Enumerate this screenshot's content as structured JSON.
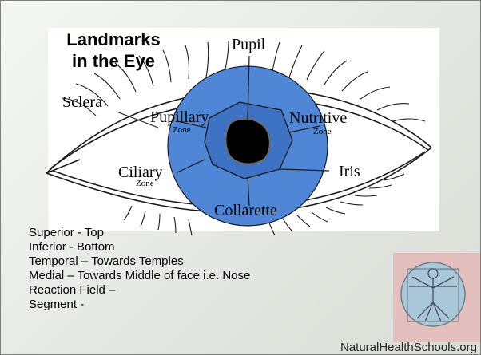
{
  "slide": {
    "title_line1": "Landmarks",
    "title_line2": "in the Eye"
  },
  "diagram": {
    "labels": {
      "pupil": "Pupil",
      "sclera": "Sclera",
      "pupillary": "Pupillary",
      "pupillary_zone": "Zone",
      "nutritive": "Nutritive",
      "nutritive_zone": "Zone",
      "ciliary": "Ciliary",
      "ciliary_zone": "Zone",
      "iris": "Iris",
      "collarette": "Collarette"
    },
    "colors": {
      "iris": "#4f86d6",
      "collarette_ring": "#3e72c4",
      "pupil": "#000000",
      "line": "#1a1a1a"
    }
  },
  "terms": [
    "Superior - Top",
    "Inferior - Bottom",
    "Temporal – Towards Temples",
    "Medial – Towards Middle of face i.e. Nose",
    "Reaction Field –",
    "Segment -"
  ],
  "footer": {
    "site": "NaturalHealthSchools.org"
  }
}
